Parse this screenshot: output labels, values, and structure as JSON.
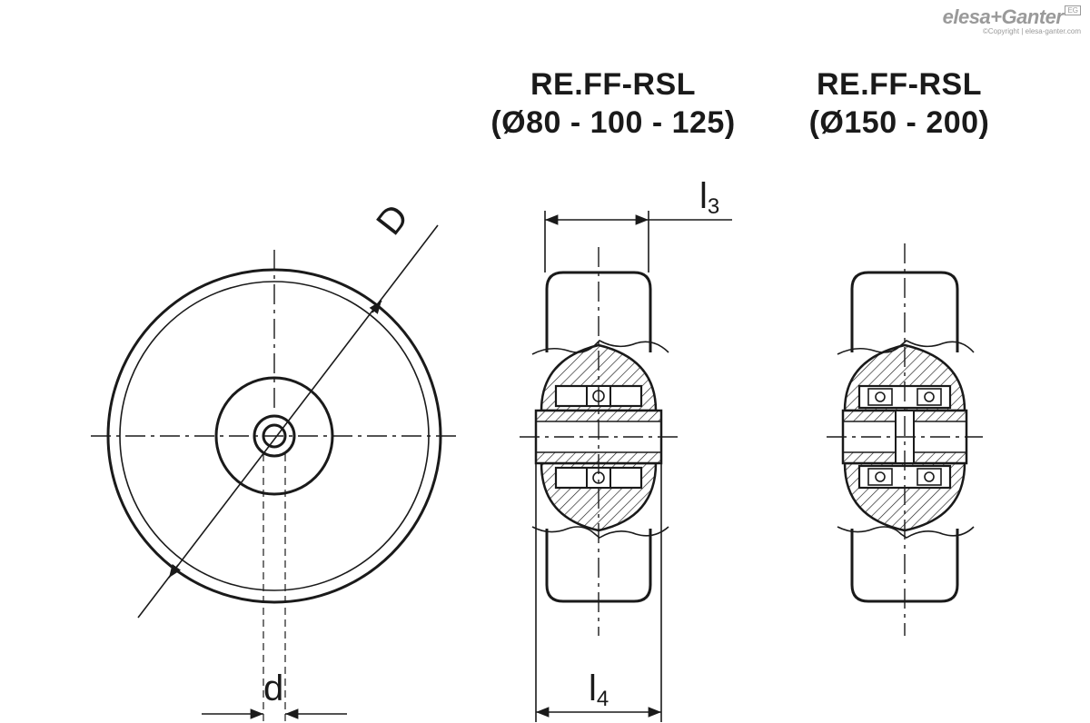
{
  "titles": {
    "left_line1": "RE.FF-RSL",
    "left_line2": "(Ø80 - 100 - 125)",
    "right_line1": "RE.FF-RSL",
    "right_line2": "(Ø150 - 200)"
  },
  "dimensions": {
    "D": "D",
    "d": "d",
    "l3": "l",
    "l3_sub": "3",
    "l4": "l",
    "l4_sub": "4"
  },
  "logo": {
    "brand": "elesa+Ganter",
    "badge": "EG",
    "copyright": "©Copyright | elesa-ganter.com"
  }
}
